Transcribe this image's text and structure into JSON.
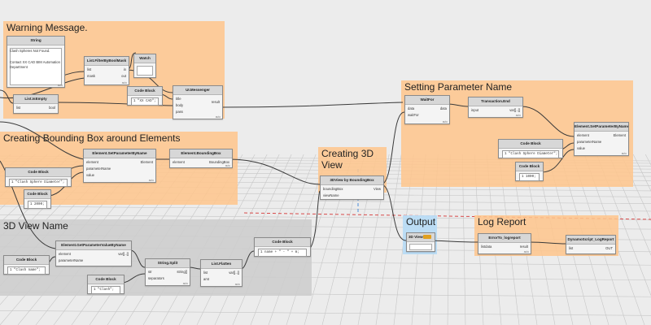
{
  "groups": {
    "warning": "Warning Message.",
    "param_name": "Setting Parameter Name",
    "bbox": "Creating Bounding Box around Elements",
    "view3d": "Creating 3D View",
    "view_name": "3D View Name",
    "output": "Output",
    "log": "Log Report"
  },
  "nodes": {
    "string": {
      "title": "String",
      "line1": "Clash Spheres Not Found.",
      "line2": "Contact XX CAD BIM Automation Department"
    },
    "filter": {
      "title": "List.FilterByBoolMask",
      "in1": "list",
      "in2": "mask",
      "out1": "in",
      "out2": "out"
    },
    "watch": {
      "title": "Watch"
    },
    "codeblock_top": {
      "title": "Code Block",
      "code": "1 \"XX CAD\";"
    },
    "isempty": {
      "title": "List.IsEmpty",
      "in1": "list",
      "out1": "bool"
    },
    "messenger": {
      "title": "UI.Messenger",
      "in1": "title",
      "in2": "body",
      "in3": "pass",
      "out1": "result"
    },
    "setparam1": {
      "title": "Element.SetParameterByName",
      "in1": "element",
      "in2": "parameterName",
      "in3": "value",
      "out1": "Element"
    },
    "codeblock_csd": {
      "title": "Code Block",
      "code": "1 \"Clash Sphere Diameter\";"
    },
    "codeblock_2000": {
      "title": "Code Block",
      "code": "1 2000;"
    },
    "boundingbox": {
      "title": "Element.BoundingBox",
      "in1": "element",
      "out1": "BoundingBox"
    },
    "view3d": {
      "title": "3DView by BoundingBox",
      "in1": "boundingBox",
      "in2": "viewName",
      "out1": "View"
    },
    "waitfor": {
      "title": "WaitFor",
      "in1": "data",
      "in2": "waitFor",
      "out1": "data"
    },
    "transaction": {
      "title": "Transaction.End",
      "in1": "input",
      "out1": "var[]..[]"
    },
    "setparam2": {
      "title": "Element.SetParameterByName",
      "in1": "element",
      "in2": "parameterName",
      "in3": "value",
      "out1": "Element"
    },
    "codeblock_csd2": {
      "title": "Code Block",
      "code": "1 \"Clash Sphere Diameter\";"
    },
    "codeblock_1000": {
      "title": "Code Block",
      "code": "1 1000;"
    },
    "getparam": {
      "title": "Element.GetParameterValueByName",
      "in1": "element",
      "in2": "parameterName",
      "out1": "var[]..[]"
    },
    "codeblock_name": {
      "title": "Code Block",
      "code": "1 \"Clash name\";"
    },
    "split": {
      "title": "String.Split",
      "in1": "str",
      "in2": "separators",
      "out1": "string[]"
    },
    "codeblock_dash": {
      "title": "Code Block",
      "code": "1 \"Clash\";"
    },
    "flatten": {
      "title": "List.Flatten",
      "in1": "list",
      "in2": "amt",
      "out1": "var[]..[]"
    },
    "codeblock_concat": {
      "title": "Code Block",
      "code": "1 name + \" - \" + m;"
    },
    "views3d": {
      "title": "3D Views"
    },
    "errortolog": {
      "title": "ErrorTo_logreport",
      "in1": "listdata",
      "out1": "result"
    },
    "logreport": {
      "title": "DynamoScript_LogReport",
      "in1": "list",
      "out1": "OUT"
    }
  }
}
